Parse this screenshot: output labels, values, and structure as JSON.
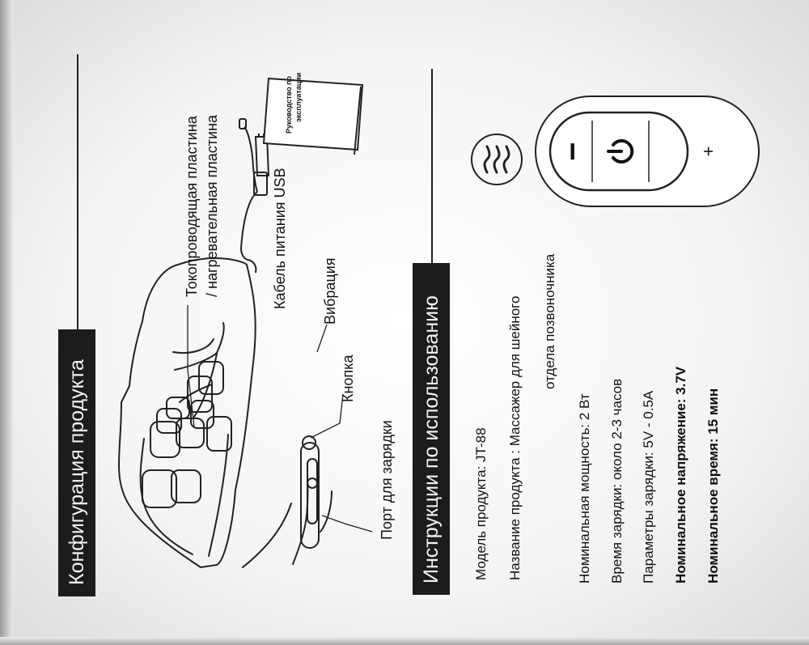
{
  "config": {
    "title": "Конфигурация продукта",
    "labels": {
      "plate_line1": "Токопроводящая пластина",
      "plate_line2": "/ нагревательная пластина",
      "cable": "Кабель питания USB",
      "vibration": "Вибрация",
      "button": "Кнопка",
      "port": "Порт для зарядки"
    },
    "manual_line1": "Руководство по",
    "manual_line2": "эксплуатации"
  },
  "instructions": {
    "title": "Инструкции по использованию",
    "specs": [
      {
        "text": "Модель продукта: JT-88"
      },
      {
        "text": "Название продукта :  Массажер для шейного"
      },
      {
        "text": "отдела позвоночника"
      },
      {
        "text": "Номинальная мощность: 2 Вт"
      },
      {
        "text": "Время зарядки: около 2-3 часов"
      },
      {
        "text": "Параметры зарядки: 5V - 0.5A"
      },
      {
        "text": "Номинальное напряжение: 3.7V"
      },
      {
        "text": "Номинальное время: 15 мин"
      }
    ]
  },
  "control_panel": {
    "minus_label": "−",
    "plus_label": "+"
  },
  "icons": {
    "heat": "heat-waves-icon",
    "power": "power-icon"
  }
}
